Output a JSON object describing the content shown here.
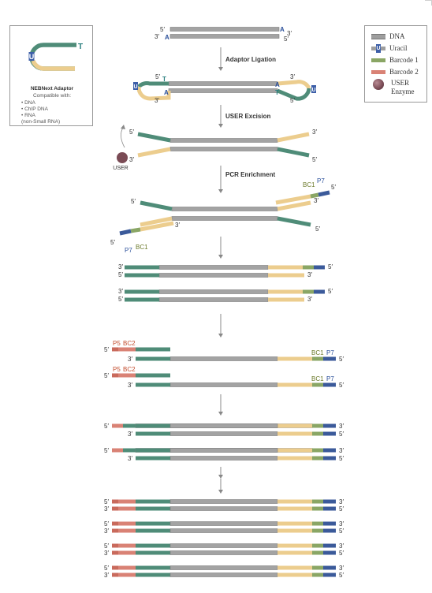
{
  "labels": {
    "five_prime": "5′",
    "three_prime": "3′",
    "u": "U",
    "a": "A",
    "t": "T",
    "bc1": "BC1",
    "bc2": "BC2",
    "p5": "P5",
    "p7": "P7",
    "user": "USER"
  },
  "steps": {
    "adaptor_ligation": "Adaptor Ligation",
    "user_excision": "USER Excision",
    "pcr_enrichment": "PCR Enrichment"
  },
  "legend": {
    "items": [
      {
        "label": "DNA",
        "color": "#9e9e9e"
      },
      {
        "label": "Uracil",
        "color": "#3d5fa8"
      },
      {
        "label": "Barcode 1",
        "color": "#8aa665"
      },
      {
        "label": "Barcode 2",
        "color": "#d98275"
      },
      {
        "label": "USER",
        "label2": "Enzyme",
        "color": "#7a4b55"
      }
    ]
  },
  "adaptor_panel": {
    "title": "NEBNext Adaptor",
    "subtitle": "Compatible with:",
    "items": [
      "• DNA",
      "• ChIP DNA",
      "• RNA",
      "   (non-Small RNA)"
    ]
  },
  "colors": {
    "dna": "#a3a3a3",
    "adaptor_green": "#4f8c78",
    "adaptor_yellow": "#eccd8e",
    "uracil": "#3d5fa8",
    "barcode1": "#8aa665",
    "barcode2": "#d98275",
    "p7": "#3b5a9a",
    "user_enzyme": "#7a4b55",
    "arrow": "#888888",
    "label_blue": "#2a4f9a",
    "label_teal": "#2a7f7f",
    "label_olive": "#6b7a2a",
    "label_red": "#c24a2a"
  }
}
